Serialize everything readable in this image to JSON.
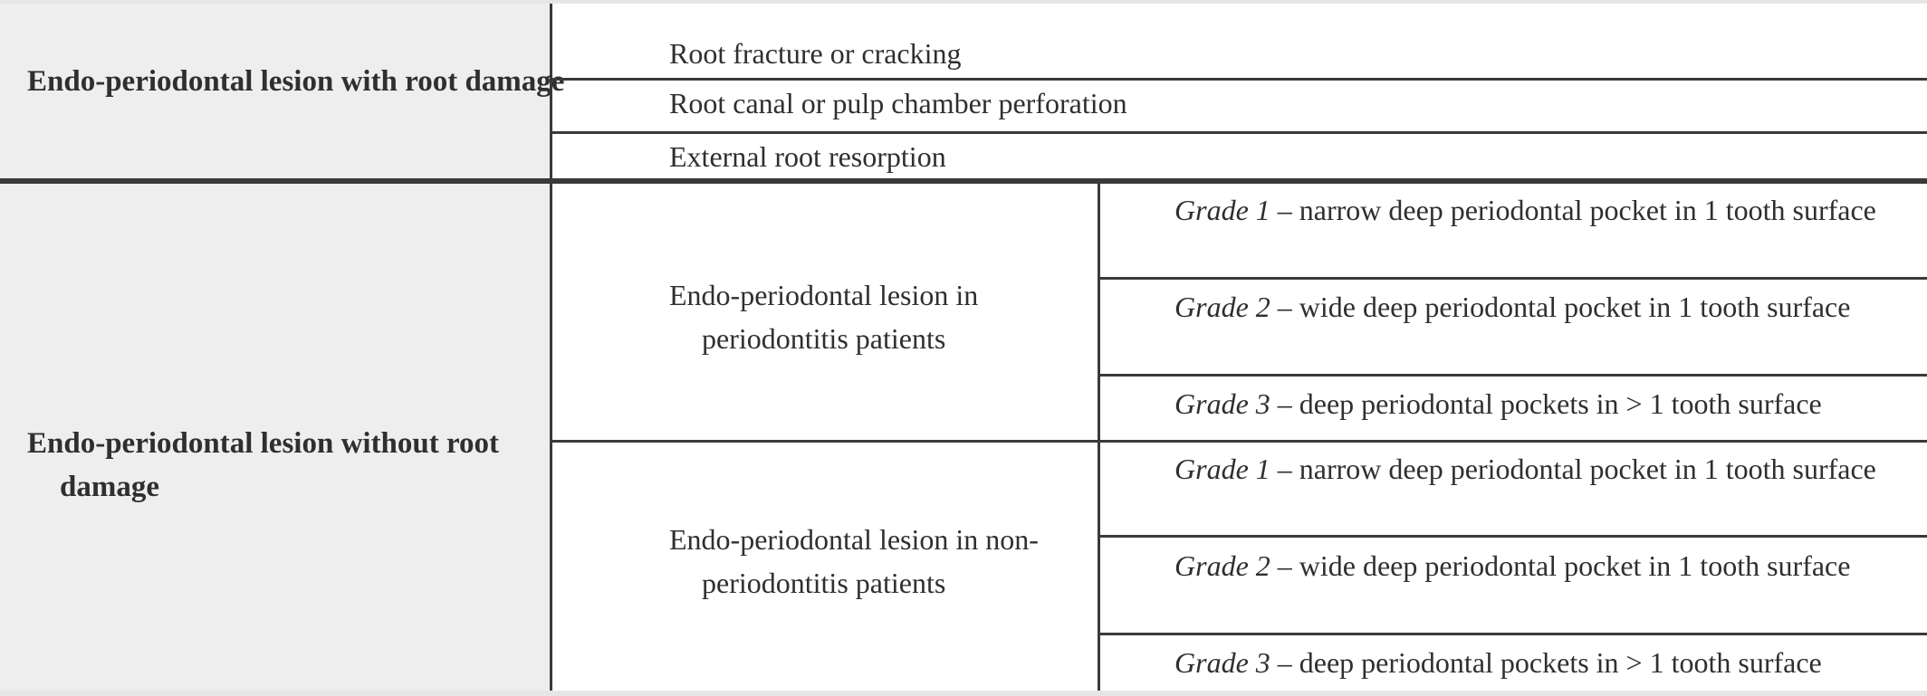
{
  "table": {
    "categories": [
      {
        "label": "Endo-periodontal lesion with root damage",
        "items": [
          "Root fracture or cracking",
          "Root canal or pulp chamber perforation",
          "External root resorption"
        ]
      },
      {
        "label": "Endo-periodontal lesion without root damage",
        "subgroups": [
          {
            "label": "Endo-periodontal lesion in periodontitis patients",
            "grades": [
              {
                "grade": "Grade 1",
                "desc": " – narrow deep periodontal pocket in 1 tooth surface"
              },
              {
                "grade": "Grade 2",
                "desc": " – wide deep periodontal pocket in 1 tooth surface"
              },
              {
                "grade": "Grade 3",
                "desc": " – deep periodontal pockets in > 1 tooth surface"
              }
            ]
          },
          {
            "label": "Endo-periodontal lesion in non-periodontitis patients",
            "grades": [
              {
                "grade": "Grade 1",
                "desc": " – narrow deep periodontal pocket in 1 tooth surface"
              },
              {
                "grade": "Grade 2",
                "desc": " – wide deep periodontal pocket in 1 tooth surface"
              },
              {
                "grade": "Grade 3",
                "desc": " – deep periodontal pockets in > 1 tooth surface"
              }
            ]
          }
        ]
      }
    ]
  }
}
